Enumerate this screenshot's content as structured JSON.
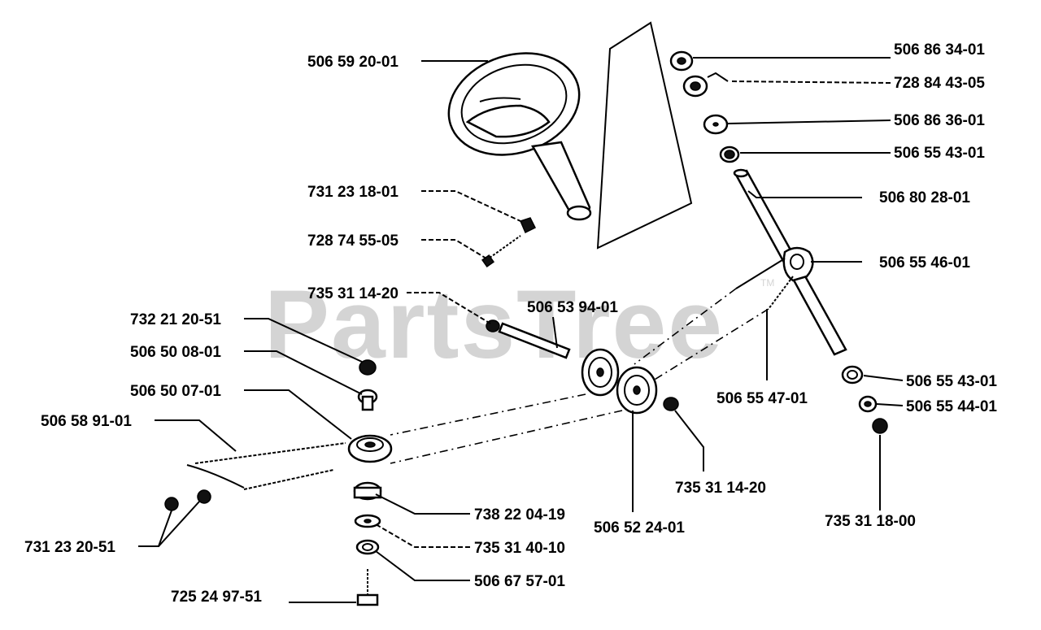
{
  "watermark": "PartsTree",
  "watermark_tm": "TM",
  "labels": {
    "steering_wheel": "506 59 20-01",
    "screw_top": "731 23 18-01",
    "bolt_top": "728 74 55-05",
    "nut_upper": "735 31 14-20",
    "nut_left": "732 21 20-51",
    "bushing_1": "506 50 08-01",
    "bushing_2": "506 50 07-01",
    "cable": "506 58 91-01",
    "screws_bottom": "731 23 20-51",
    "nut_738": "738 22 04-19",
    "washer_735": "735 31 40-10",
    "washer_506": "506 67 57-01",
    "bolt_bottom": "725 24 97-51",
    "axle": "506 53 94-01",
    "pulley": "506 52 24-01",
    "nut_lower": "735 31 14-20",
    "cap_top": "506 86 34-01",
    "cap_pin": "728 84 43-05",
    "washer_top": "506 86 36-01",
    "bushing_top": "506 55 43-01",
    "column": "506 80 28-01",
    "bracket": "506 55 46-01",
    "spring": "506 55 47-01",
    "bushing_bottom": "506 55 43-01",
    "washer_bottom": "506 55 44-01",
    "nut_bottom": "735 31 18-00"
  }
}
